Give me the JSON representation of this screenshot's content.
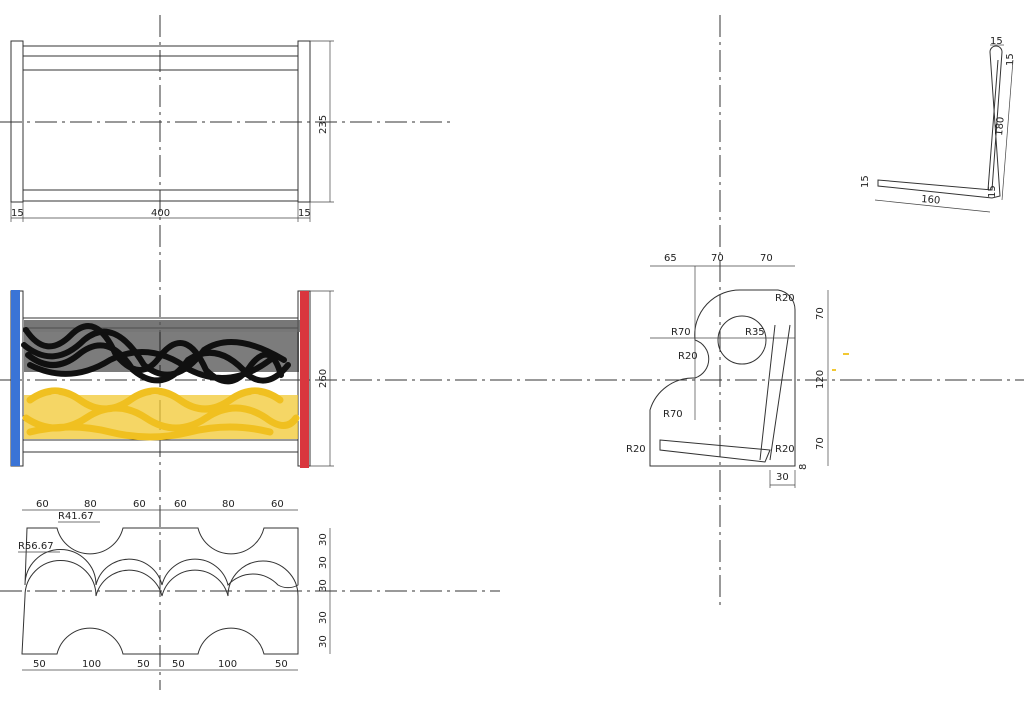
{
  "drawing": {
    "front_view": {
      "dims": {
        "width": "400",
        "side_left": "15",
        "side_right": "15",
        "height": "235"
      }
    },
    "rack_view": {
      "dims": {
        "height": "260"
      },
      "markers": {
        "left_color": "#3a74d6",
        "right_color": "#d9363e",
        "scribble_dark": "#111111",
        "scribble_yellow": "#f2c832"
      }
    },
    "profile_view": {
      "top_dims": [
        "60",
        "80",
        "60",
        "60",
        "80",
        "60"
      ],
      "bottom_dims": [
        "50",
        "100",
        "50",
        "50",
        "100",
        "50"
      ],
      "side_dims": [
        "30",
        "30",
        "30",
        "30",
        "30"
      ],
      "radius_small": "R41.67",
      "radius_large": "R56.67"
    },
    "side_bracket": {
      "top_dims": [
        "65",
        "70",
        "70"
      ],
      "right_dims": [
        "70",
        "120",
        "70"
      ],
      "labels": {
        "r20_top": "R20",
        "r35": "R35",
        "r70_upper": "R70",
        "r20_left": "R20",
        "r70_lower": "R70",
        "r20_bottom_left": "R20",
        "r20_bottom_right": "R20"
      },
      "bottom_dims": {
        "width": "30",
        "offset": "8"
      }
    },
    "wire_detail": {
      "dims": {
        "top": "15",
        "top_side": "15",
        "length_vertical": "180",
        "left": "15",
        "bottom": "160",
        "bottom_side": "15"
      }
    }
  }
}
